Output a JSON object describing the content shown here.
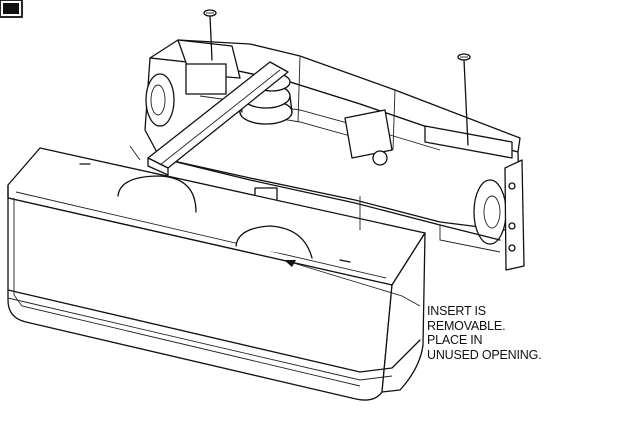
{
  "diagram": {
    "callout": {
      "lines": [
        "INSERT IS",
        "REMOVABLE.",
        "PLACE IN",
        "UNUSED OPENING."
      ]
    }
  }
}
